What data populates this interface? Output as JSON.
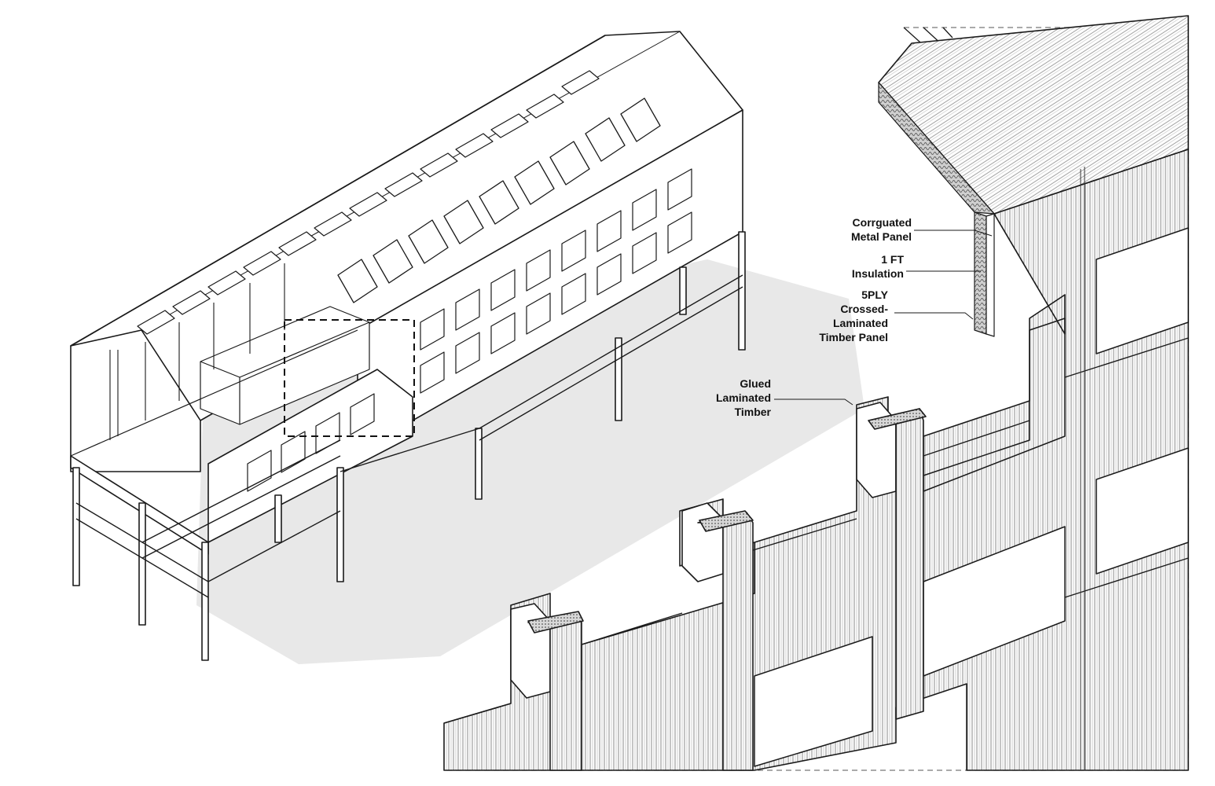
{
  "diagram": {
    "overview": {
      "detail_box_style": "dashed"
    },
    "callouts": [
      {
        "id": "corrugated-metal-panel",
        "lines": [
          "Corrguated",
          "Metal Panel"
        ]
      },
      {
        "id": "insulation",
        "lines": [
          "1 FT",
          "Insulation"
        ]
      },
      {
        "id": "clt-panel",
        "lines": [
          "5PLY",
          "Crossed-",
          "Laminated",
          "Timber Panel"
        ]
      },
      {
        "id": "glulam",
        "lines": [
          "Glued",
          "Laminated",
          "Timber"
        ]
      }
    ]
  },
  "colors": {
    "line": "#1a1a1a",
    "shadow": "#e6e6e6",
    "paper": "#ffffff",
    "hatch": "#555555"
  }
}
